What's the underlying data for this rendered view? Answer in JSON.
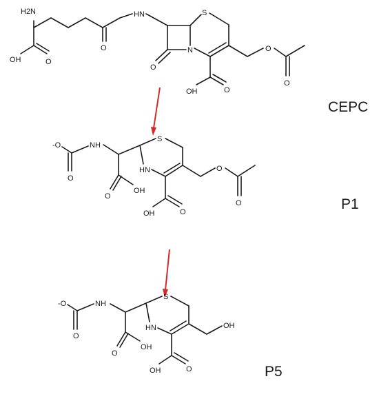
{
  "structures": [
    {
      "id": "cepc",
      "label": "CEPC",
      "atoms": {
        "nh2": "H2N",
        "amide_nh": "HN",
        "s": "S",
        "n": "N",
        "acid_oh": "OH",
        "acid_o": "O",
        "amide_o": "O",
        "lactam_o": "O",
        "cooh_oh": "OH",
        "cooh_o": "O",
        "ester_o": "O",
        "ester_co": "O"
      }
    },
    {
      "id": "p1",
      "label": "P1",
      "atoms": {
        "o_minus": "-O",
        "nh": "NH",
        "carb_o": "O",
        "acid_o": "O",
        "acid_oh": "OH",
        "s": "S",
        "ring_hn": "HN",
        "cooh_o": "O",
        "cooh_oh": "OH",
        "ester_o": "O",
        "ester_co": "O"
      }
    },
    {
      "id": "p5",
      "label": "P5",
      "atoms": {
        "o_minus": "-O",
        "nh": "NH",
        "carb_o": "O",
        "acid_o": "O",
        "acid_oh": "OH",
        "s": "S",
        "ring_hn": "HN",
        "cooh_o": "O",
        "cooh_oh": "OH",
        "ch2oh": "OH"
      }
    }
  ],
  "colors": {
    "bond": "#1a1a1a",
    "arrow": "#d42a2a"
  }
}
